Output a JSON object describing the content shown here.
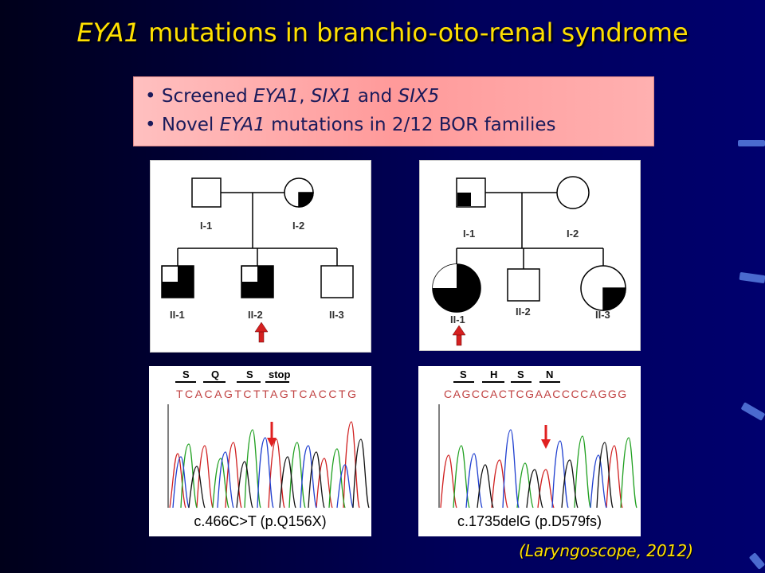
{
  "title": {
    "gene": "EYA1",
    "rest": " mutations in branchio-oto-renal syndrome"
  },
  "summary": {
    "line1": {
      "a": "Screened ",
      "b": "EYA1",
      "c": ", ",
      "d": "SIX1",
      "e": " and ",
      "f": "SIX5"
    },
    "line2": {
      "a": "Novel ",
      "b": "EYA1",
      "c": " mutations in 2/12 BOR families"
    }
  },
  "pedigree1": {
    "individuals": [
      "I-1",
      "I-2",
      "II-1",
      "II-2",
      "II-3"
    ]
  },
  "pedigree2": {
    "individuals": [
      "I-1",
      "I-2",
      "II-1",
      "II-2",
      "II-3"
    ]
  },
  "chromatogram1": {
    "codons": [
      "S",
      "Q",
      "S",
      "stop"
    ],
    "sequence": "TCACAGTCTTAGTCACCTG",
    "mutation": "c.466C>T (p.Q156X)"
  },
  "chromatogram2": {
    "codons": [
      "S",
      "H",
      "S",
      "N"
    ],
    "sequence": "CAGCCACTCGAACCCCAGGG",
    "mutation": "c.1735delG (p.D579fs)"
  },
  "citation": "(Laryngoscope, 2012)",
  "colors": {
    "title": "#ffe000",
    "box": "#ffa8a8",
    "arrow": "#e02020",
    "accent": "#4a6acf"
  }
}
